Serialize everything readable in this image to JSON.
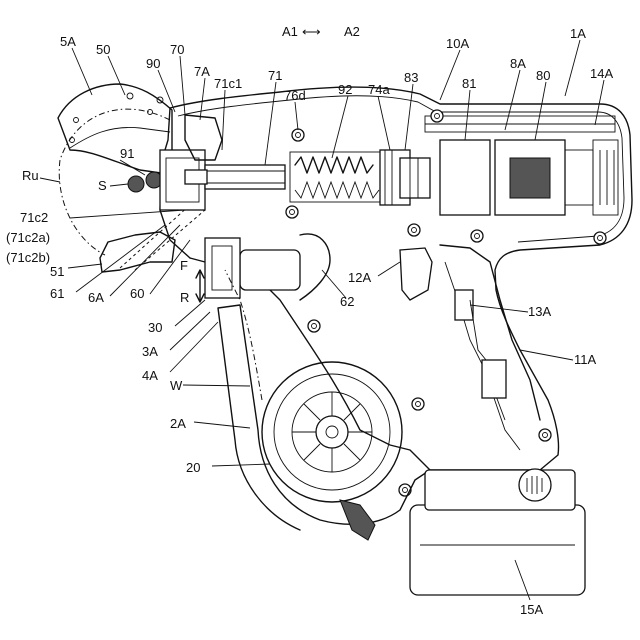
{
  "direction": {
    "a1": "A1",
    "arrow": "⟷",
    "a2": "A2"
  },
  "labels": [
    {
      "id": "5A",
      "text": "5A"
    },
    {
      "id": "50",
      "text": "50"
    },
    {
      "id": "70",
      "text": "70"
    },
    {
      "id": "90",
      "text": "90"
    },
    {
      "id": "7A",
      "text": "7A"
    },
    {
      "id": "71c1",
      "text": "71c1"
    },
    {
      "id": "71",
      "text": "71"
    },
    {
      "id": "76d",
      "text": "76d"
    },
    {
      "id": "92",
      "text": "92"
    },
    {
      "id": "74a",
      "text": "74a"
    },
    {
      "id": "83",
      "text": "83"
    },
    {
      "id": "10A",
      "text": "10A"
    },
    {
      "id": "81",
      "text": "81"
    },
    {
      "id": "8A",
      "text": "8A"
    },
    {
      "id": "80",
      "text": "80"
    },
    {
      "id": "1A",
      "text": "1A"
    },
    {
      "id": "14A",
      "text": "14A"
    },
    {
      "id": "Ru",
      "text": "Ru"
    },
    {
      "id": "91",
      "text": "91"
    },
    {
      "id": "S",
      "text": "S"
    },
    {
      "id": "71c2",
      "text": "71c2"
    },
    {
      "id": "71c2a",
      "text": "(71c2a)"
    },
    {
      "id": "71c2b",
      "text": "(71c2b)"
    },
    {
      "id": "51",
      "text": "51"
    },
    {
      "id": "61",
      "text": "61"
    },
    {
      "id": "6A",
      "text": "6A"
    },
    {
      "id": "60",
      "text": "60"
    },
    {
      "id": "F",
      "text": "F"
    },
    {
      "id": "R",
      "text": "R"
    },
    {
      "id": "12A",
      "text": "12A"
    },
    {
      "id": "62",
      "text": "62"
    },
    {
      "id": "13A",
      "text": "13A"
    },
    {
      "id": "30",
      "text": "30"
    },
    {
      "id": "3A",
      "text": "3A"
    },
    {
      "id": "4A",
      "text": "4A"
    },
    {
      "id": "11A",
      "text": "11A"
    },
    {
      "id": "W",
      "text": "W"
    },
    {
      "id": "2A",
      "text": "2A"
    },
    {
      "id": "20",
      "text": "20"
    },
    {
      "id": "15A",
      "text": "15A"
    }
  ]
}
